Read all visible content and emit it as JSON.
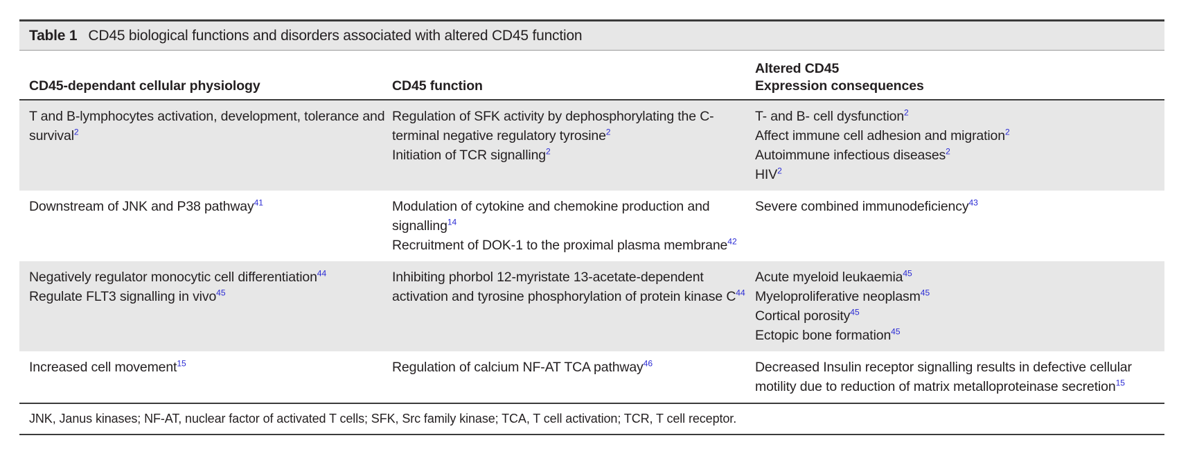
{
  "table": {
    "label": "Table 1",
    "title": "CD45 biological functions and disorders associated with altered CD45 function",
    "accent_ref_color": "#2b2bd4",
    "shaded_row_color": "#e7e7e7",
    "rule_color": "#3b3b3b",
    "columns": [
      {
        "header": "CD45-dependant cellular physiology"
      },
      {
        "header": "CD45 function"
      },
      {
        "header_line1": "Altered CD45",
        "header_line2": "Expression consequences"
      }
    ],
    "rows": [
      {
        "shaded": true,
        "c1": [
          {
            "text": "T and B-lymphocytes activation, development, tolerance and survival",
            "ref": "2"
          }
        ],
        "c2": [
          {
            "text": "Regulation of SFK activity by dephosphorylating the C-terminal negative regulatory tyrosine",
            "ref": "2"
          },
          {
            "text": "Initiation of TCR signalling",
            "ref": "2"
          }
        ],
        "c3": [
          {
            "text": "T- and B- cell dysfunction",
            "ref": "2"
          },
          {
            "text": "Affect immune cell adhesion and migration",
            "ref": "2"
          },
          {
            "text": "Autoimmune infectious diseases",
            "ref": "2"
          },
          {
            "text": "HIV",
            "ref": "2"
          }
        ]
      },
      {
        "shaded": false,
        "c1": [
          {
            "text": "Downstream of JNK and P38 pathway",
            "ref": "41"
          }
        ],
        "c2": [
          {
            "text": "Modulation of cytokine and chemokine production and signalling",
            "ref": "14"
          },
          {
            "text": "Recruitment of DOK-1 to the proximal plasma membrane",
            "ref": "42"
          }
        ],
        "c3": [
          {
            "text": "Severe combined immunodeficiency",
            "ref": "43"
          }
        ]
      },
      {
        "shaded": true,
        "c1": [
          {
            "text": "Negatively regulator monocytic cell differentiation",
            "ref": "44"
          },
          {
            "text": "Regulate FLT3 signalling in vivo",
            "ref": "45"
          }
        ],
        "c2": [
          {
            "text": "Inhibiting phorbol 12-myristate 13-acetate-dependent activation and tyrosine phosphorylation of protein kinase C",
            "ref": "44"
          }
        ],
        "c3": [
          {
            "text": "Acute myeloid leukaemia",
            "ref": "45"
          },
          {
            "text": "Myeloproliferative neoplasm",
            "ref": "45"
          },
          {
            "text": "Cortical porosity",
            "ref": "45"
          },
          {
            "text": "Ectopic bone formation",
            "ref": "45"
          }
        ]
      },
      {
        "shaded": false,
        "c1": [
          {
            "text": "Increased cell movement",
            "ref": "15"
          }
        ],
        "c2": [
          {
            "text": "Regulation of calcium NF-AT TCA pathway",
            "ref": "46"
          }
        ],
        "c3": [
          {
            "text": "Decreased Insulin receptor signalling results in defective cellular motility due to reduction of matrix metalloproteinase secretion",
            "ref": "15"
          }
        ]
      }
    ],
    "footnote": "JNK, Janus kinases; NF-AT, nuclear factor of activated T cells; SFK, Src family kinase; TCA, T cell activation; TCR, T cell receptor."
  }
}
